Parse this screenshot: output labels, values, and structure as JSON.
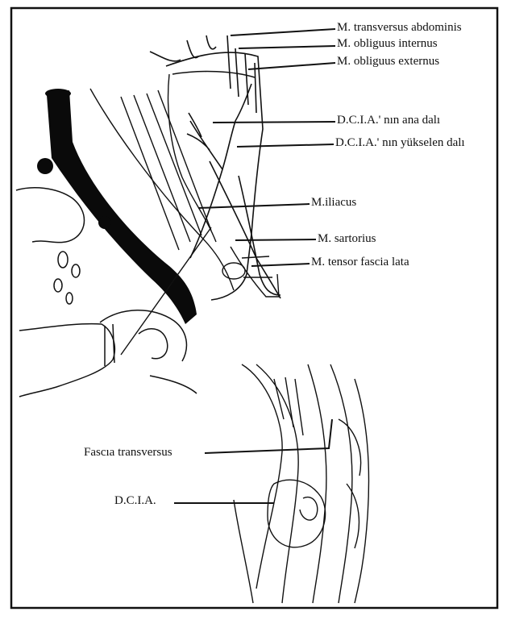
{
  "labels": {
    "transversus_abdominis": "M. transversus abdominis",
    "obliquus_internus": "M. obliguus internus",
    "obliquus_externus": "M. obliguus externus",
    "dcia_ana_dali": "D.C.I.A.' nın ana dalı",
    "dcia_yukselen_dali": "D.C.I.A.' nın yükselen dalı",
    "iliacus": "M.iliacus",
    "sartorius": "M. sartorius",
    "tensor_fascia_lata": "M. tensor fascia lata",
    "fascia_transversus": "Fascıa transversus",
    "dcia": "D.C.I.A."
  },
  "colors": {
    "ink": "#111111",
    "paper": "#ffffff",
    "vessel": "#0a0a0a"
  }
}
